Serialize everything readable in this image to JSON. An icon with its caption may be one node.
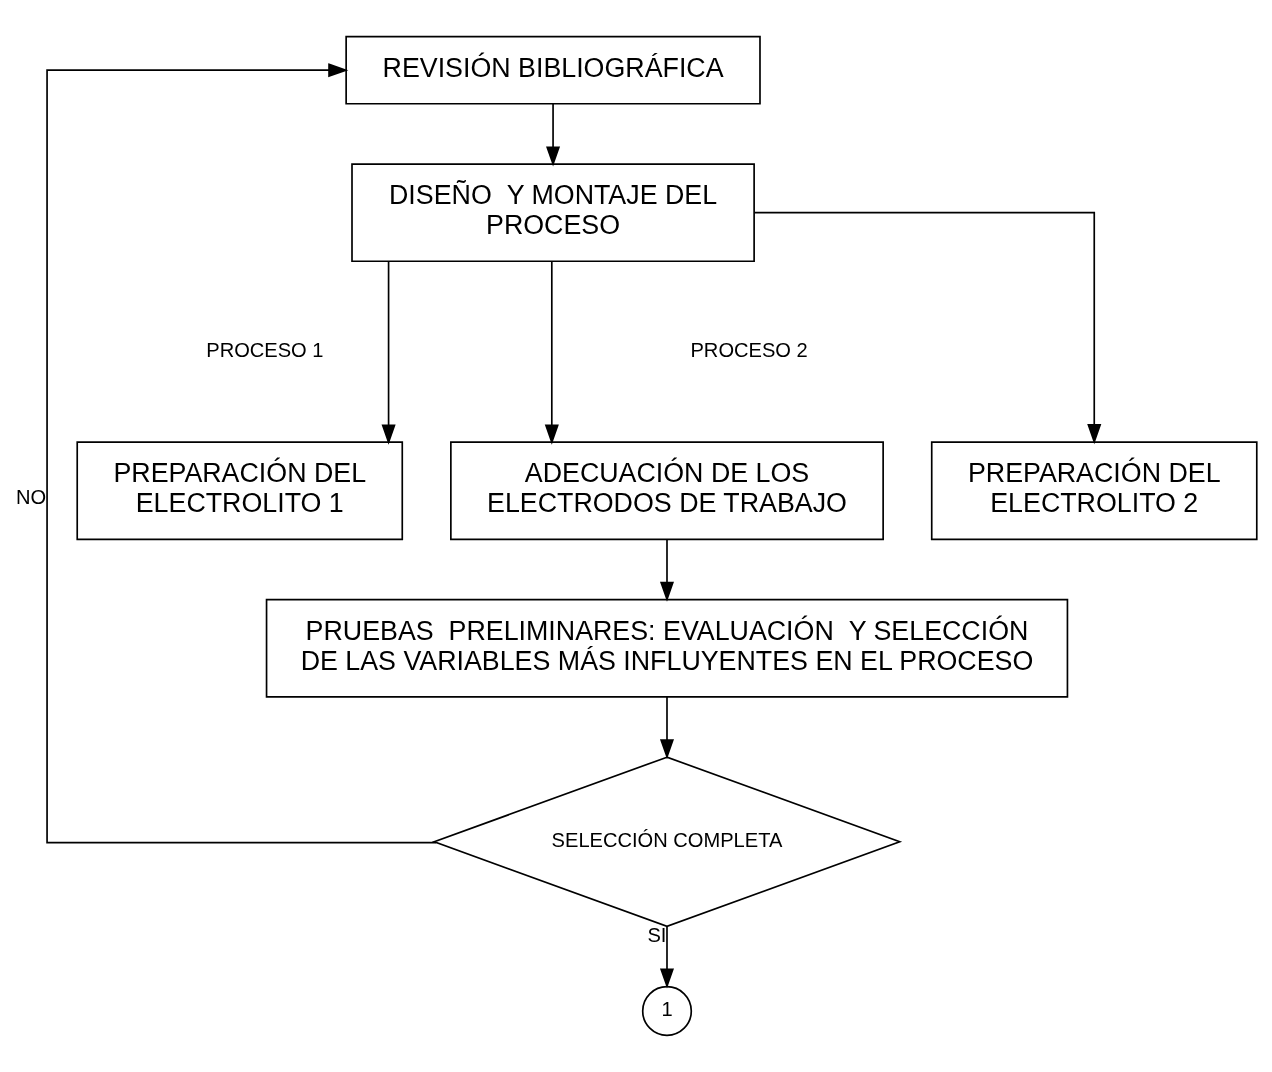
{
  "diagram": {
    "nodes": [
      {
        "text": [
          "REVISIÓN BIBLIOGRÁFICA"
        ]
      },
      {
        "text": [
          "DISEÑO  Y MONTAJE DEL PROCESO"
        ]
      },
      {
        "text": [
          "PREPARACIÓN DEL ELECTROLITO 1"
        ]
      },
      {
        "text": [
          "ADECUACIÓN DE LOS ELECTRODOS DE TRABAJO"
        ]
      },
      {
        "text": [
          "PREPARACIÓN DEL ELECTROLITO 2"
        ]
      },
      {
        "text": [
          "PRUEBAS  PRELIMINARES: EVALUACIÓN  Y SELECCIÓN DE LAS VARIABLES MÁS INFLUYENTES EN EL PROCESO"
        ]
      },
      {
        "text": [
          "SELECCIÓN COMPLETA"
        ]
      },
      {
        "text": [
          "1"
        ]
      }
    ],
    "edges": [
      {
        "from": 0,
        "to": 1,
        "arrow": "to"
      },
      {
        "from": 1,
        "to": 2,
        "arrow": "to"
      },
      {
        "from": 1,
        "to": 3,
        "arrow": "to"
      },
      {
        "from": 1,
        "to": 4,
        "arrow": "to"
      },
      {
        "from": 3,
        "to": 5,
        "arrow": "to"
      },
      {
        "from": 5,
        "to": 6,
        "arrow": "to"
      },
      {
        "from": 6,
        "to": 0,
        "label": "NO",
        "arrow": "to"
      },
      {
        "from": 6,
        "to": 7,
        "label": "SI",
        "arrow": "to"
      }
    ],
    "labels": [
      "PROCESO 1",
      "PROCESO 2"
    ]
  }
}
